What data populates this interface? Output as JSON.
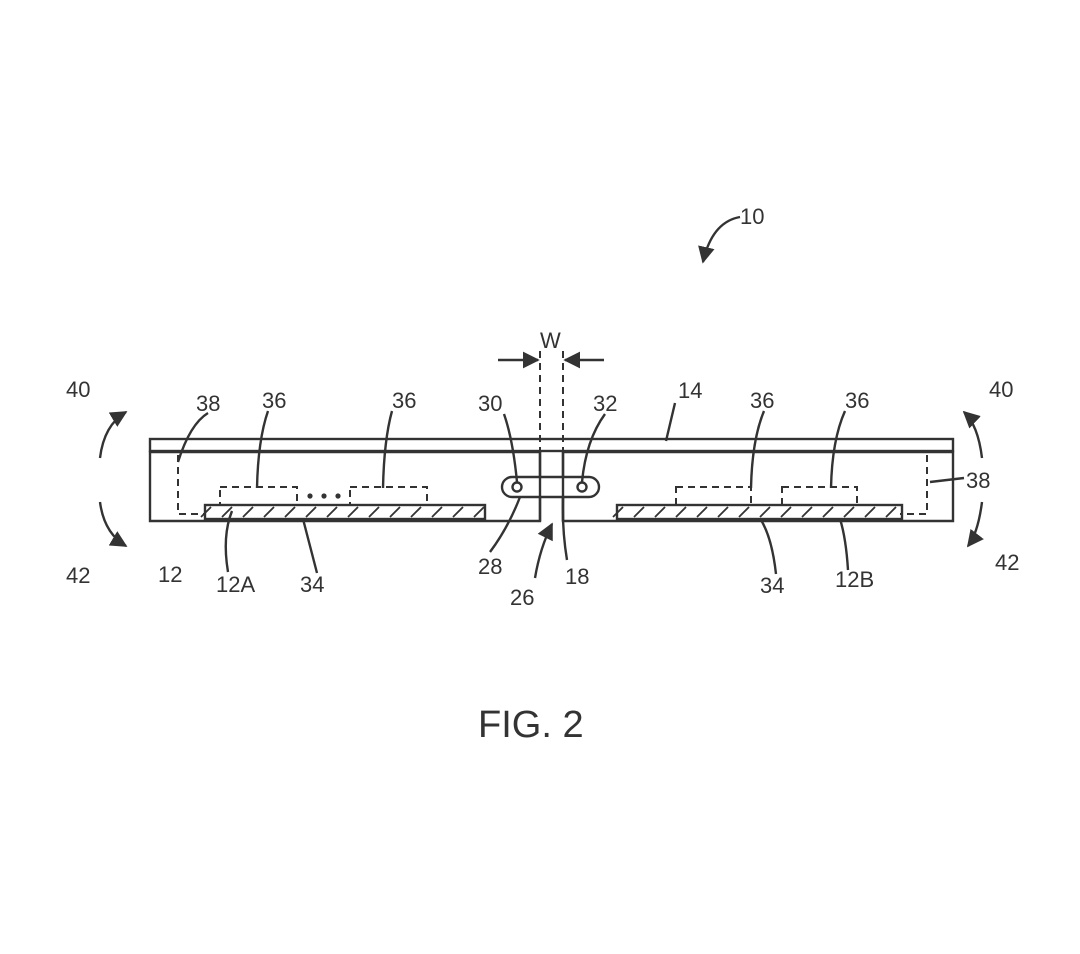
{
  "figure": {
    "caption": "FIG. 2",
    "labels": {
      "l10": "10",
      "l40_left": "40",
      "l40_right": "40",
      "l42_left": "42",
      "l42_right": "42",
      "l38_left": "38",
      "l38_right": "38",
      "l36_a": "36",
      "l36_b": "36",
      "l36_c": "36",
      "l36_d": "36",
      "l30": "30",
      "l32": "32",
      "l14": "14",
      "lW": "W",
      "l12": "12",
      "l12A": "12A",
      "l34_left": "34",
      "l28": "28",
      "l26": "26",
      "l18": "18",
      "l34_right": "34",
      "l12B": "12B"
    }
  },
  "colors": {
    "ink": "#333333",
    "background": "#ffffff"
  }
}
